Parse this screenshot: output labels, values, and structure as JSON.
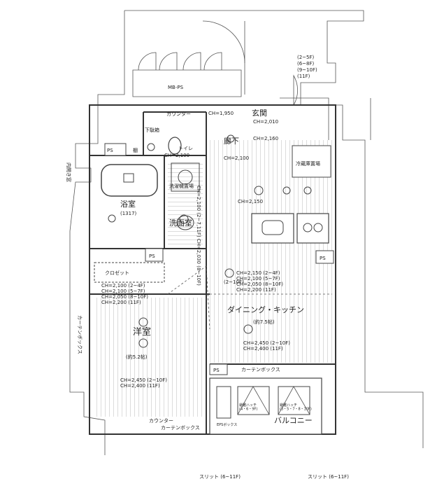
{
  "rooms": {
    "mb_ps": "MB-PS",
    "entrance": "玄関",
    "toilet": "トイレ",
    "corridor": "廊下",
    "bath": "浴室",
    "bath_size": "(1317)",
    "washroom": "洗面室",
    "fridge": "冷蔵庫置場",
    "laundry": "洗濯機置場",
    "closet": "クロゼット",
    "western": "洋室",
    "western_size": "(約5.2帖)",
    "dining": "ダイニング・キッチン",
    "dining_size": "(約7.5帖)",
    "balcony": "バルコニー",
    "ps1": "PS",
    "ps2": "PS",
    "ps3": "PS",
    "ps4": "PS",
    "storage": "棚",
    "shoes": "下駄箱",
    "window_left": "内開き窓",
    "curtain_box_v": "カーテンボックス",
    "curtain_box_h": "カーテンボックス",
    "curtain_box_bottom": "カーテンボックス",
    "counter_top": "カウンター",
    "counter_bottom": "カウンター",
    "hatch1": "避難ハッチ\n(4・6・9F)",
    "hatch2": "避難ハッチ\n(3・5・7・8・10F)",
    "box": "EPSボックス",
    "slit_left": "スリット (6~11F)",
    "slit_right": "スリット (6~11F)"
  },
  "notes": {
    "floors1": "(2~5F)",
    "floors2": "(6~8F)",
    "floors3": "(9~10F)",
    "floors4": "(11F)",
    "ch_entrance": "CH=2,010",
    "ch_corr": "CH=2,160",
    "ch_corr2": "CH=2,100",
    "ch_toilet": "CH=2,100",
    "ch_cl": "CH=1,950",
    "ch_dk_top": "CH=2,150",
    "ch_wash": "CH=2,100 (2~7,11F) CH=2,030 (8~10F)",
    "ch_dk1": "CH=2,150 (2~4F)",
    "ch_dk2": "CH=2,100 (5~7F)",
    "ch_dk3": "CH=2,050 (8~10F)",
    "ch_dk4": "CH=2,200 (11F)",
    "ch_dk_sub": "(2~10F)",
    "ch_w1": "CH=2,100 (2~4F)",
    "ch_w2": "CH=2,100 (5~7F)",
    "ch_w3": "CH=2,050 (8~10F)",
    "ch_w4": "CH=2,200 (11F)",
    "ch_w_bot1": "CH=2,450 (2~10F)",
    "ch_w_bot2": "CH=2,400 (11F)",
    "ch_dk_bot1": "CH=2,450 (2~10F)",
    "ch_dk_bot2": "CH=2,400 (11F)"
  }
}
